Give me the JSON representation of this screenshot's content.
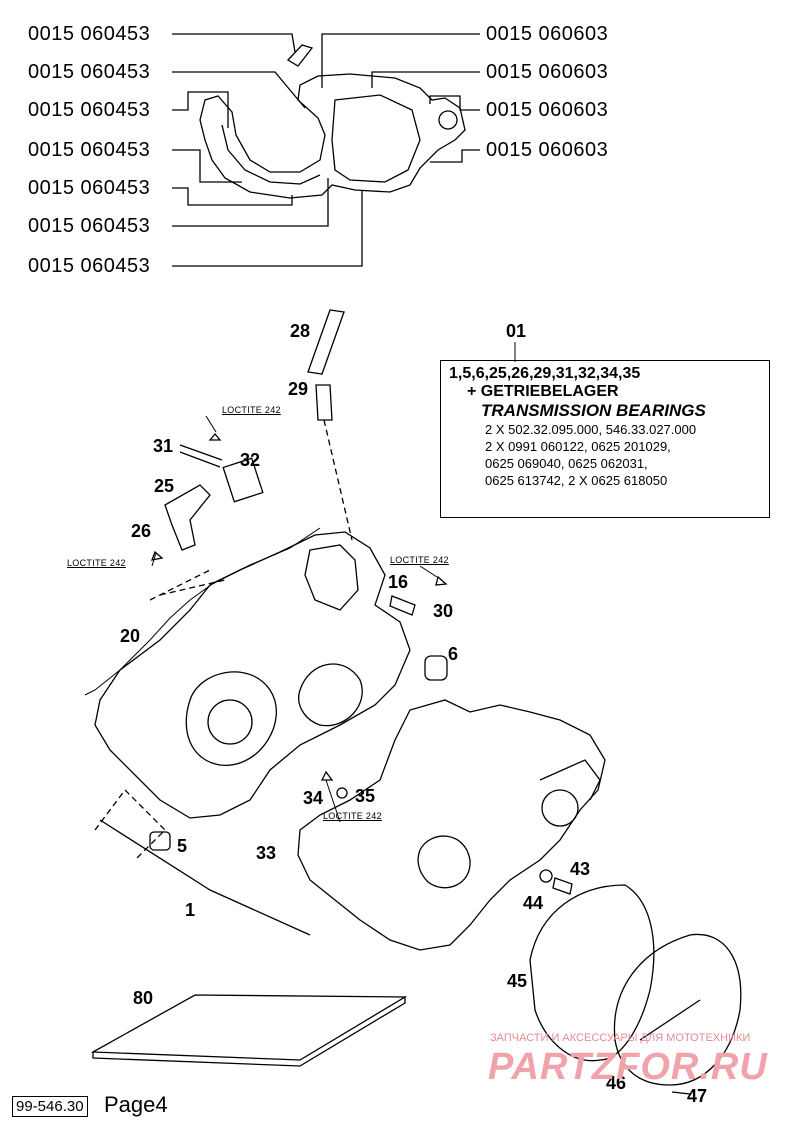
{
  "gasket_part_numbers": {
    "left": [
      "0015 060453",
      "0015 060453",
      "0015 060453",
      "0015 060453",
      "0015 060453",
      "0015 060453",
      "0015 060453"
    ],
    "right": [
      "0015 060603",
      "0015 060603",
      "0015 060603",
      "0015 060603"
    ]
  },
  "callouts": {
    "c01": "01",
    "c28": "28",
    "c29": "29",
    "c31": "31",
    "c32": "32",
    "c25": "25",
    "c26": "26",
    "c16": "16",
    "c30": "30",
    "c20": "20",
    "c6": "6",
    "c34": "34",
    "c35": "35",
    "c5": "5",
    "c33": "33",
    "c1": "1",
    "c43": "43",
    "c44": "44",
    "c45": "45",
    "c80": "80",
    "c46": "46",
    "c47": "47"
  },
  "loctite": {
    "l1": "LOCTITE 242",
    "l2": "LOCTITE 242",
    "l3": "LOCTITE 242",
    "l4": "LOCTITE 242"
  },
  "infobox": {
    "line1": "1,5,6,25,26,29,31,32,34,35",
    "line2": "+ GETRIEBELAGER",
    "line3": "TRANSMISSION BEARINGS",
    "line4": "2 X 502.32.095.000, 546.33.027.000",
    "line5": "2 X 0991 060122, 0625 201029,",
    "line6": "0625 069040, 0625 062031,",
    "line7": "0625 613742, 2 X 0625 618050"
  },
  "watermark": {
    "top": "ЗАПЧАСТИ И АКСЕССУАРЫ ДЛЯ МОТОТЕХНИКИ",
    "brand": "PARTZFOR.RU"
  },
  "footer": {
    "code": "99-546.30",
    "page": "Page4"
  }
}
